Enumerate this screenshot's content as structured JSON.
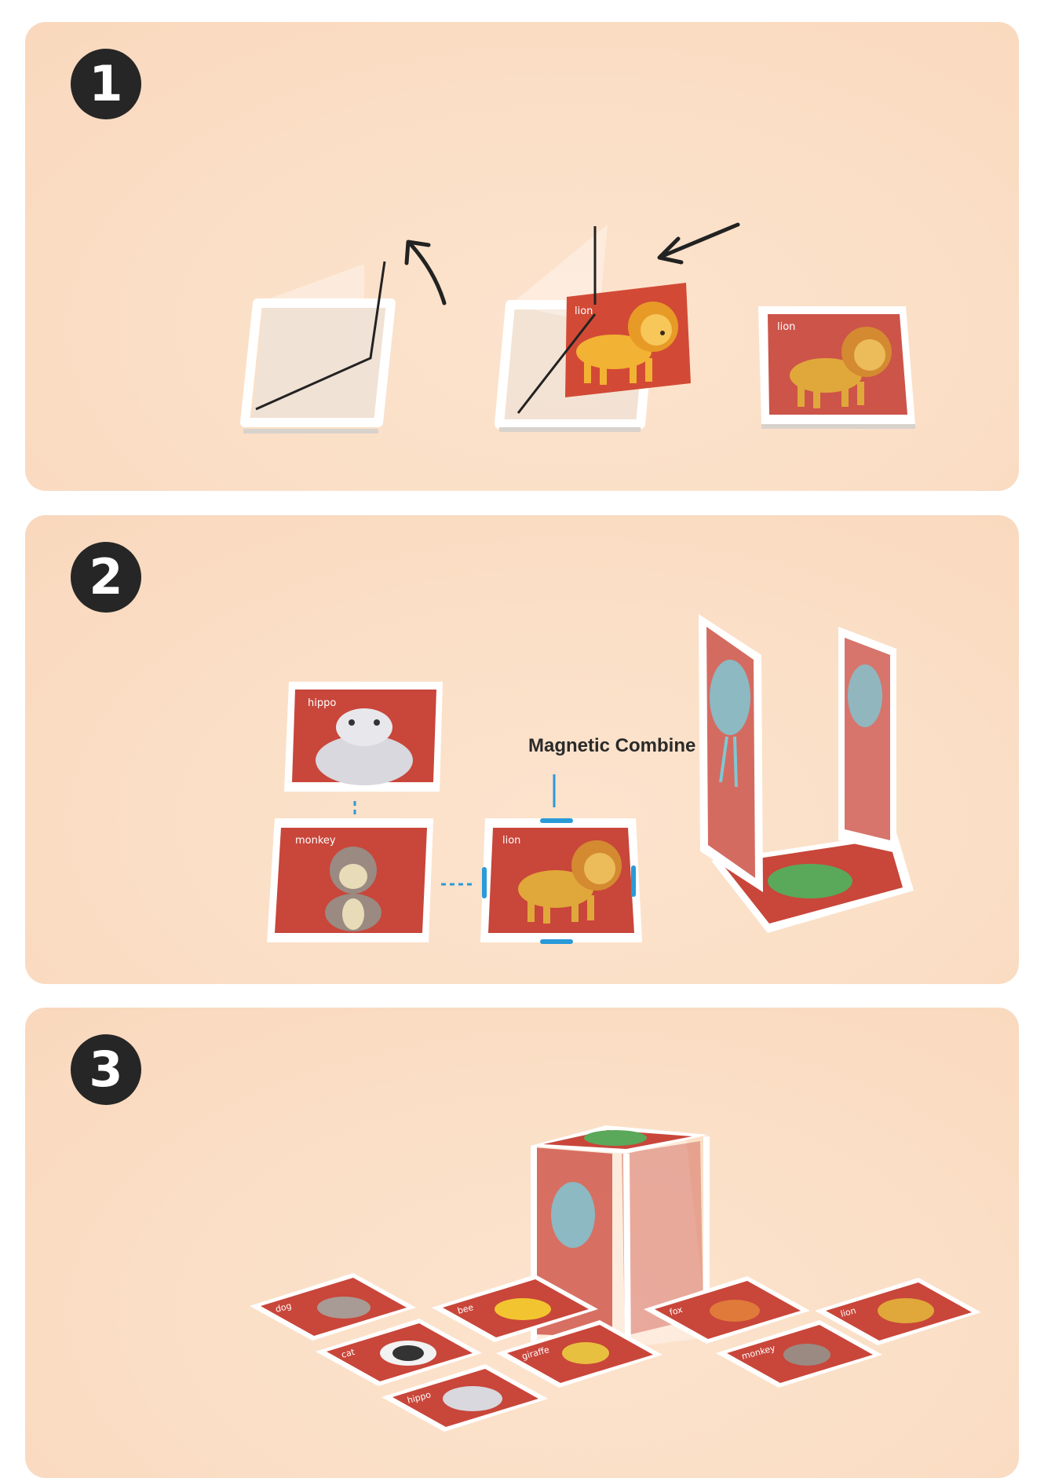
{
  "steps": [
    {
      "number": "1"
    },
    {
      "number": "2"
    },
    {
      "number": "3"
    }
  ],
  "step1": {
    "card_label": "lion",
    "framed_label": "lion"
  },
  "step2": {
    "magnetic_label": "Magnetic Combine",
    "tiles": {
      "hippo": "hippo",
      "monkey": "monkey",
      "lion": "lion"
    }
  },
  "step3": {
    "floor_tiles": [
      "dog",
      "bee",
      "cat",
      "giraffe",
      "hippo",
      "fox",
      "monkey",
      "lion"
    ]
  },
  "colors": {
    "panel_bg": "#fbe0c8",
    "badge": "#262626",
    "card_red": "#cf4a38",
    "frame": "#ffffff",
    "magnet_blue": "#2a9ad8"
  }
}
